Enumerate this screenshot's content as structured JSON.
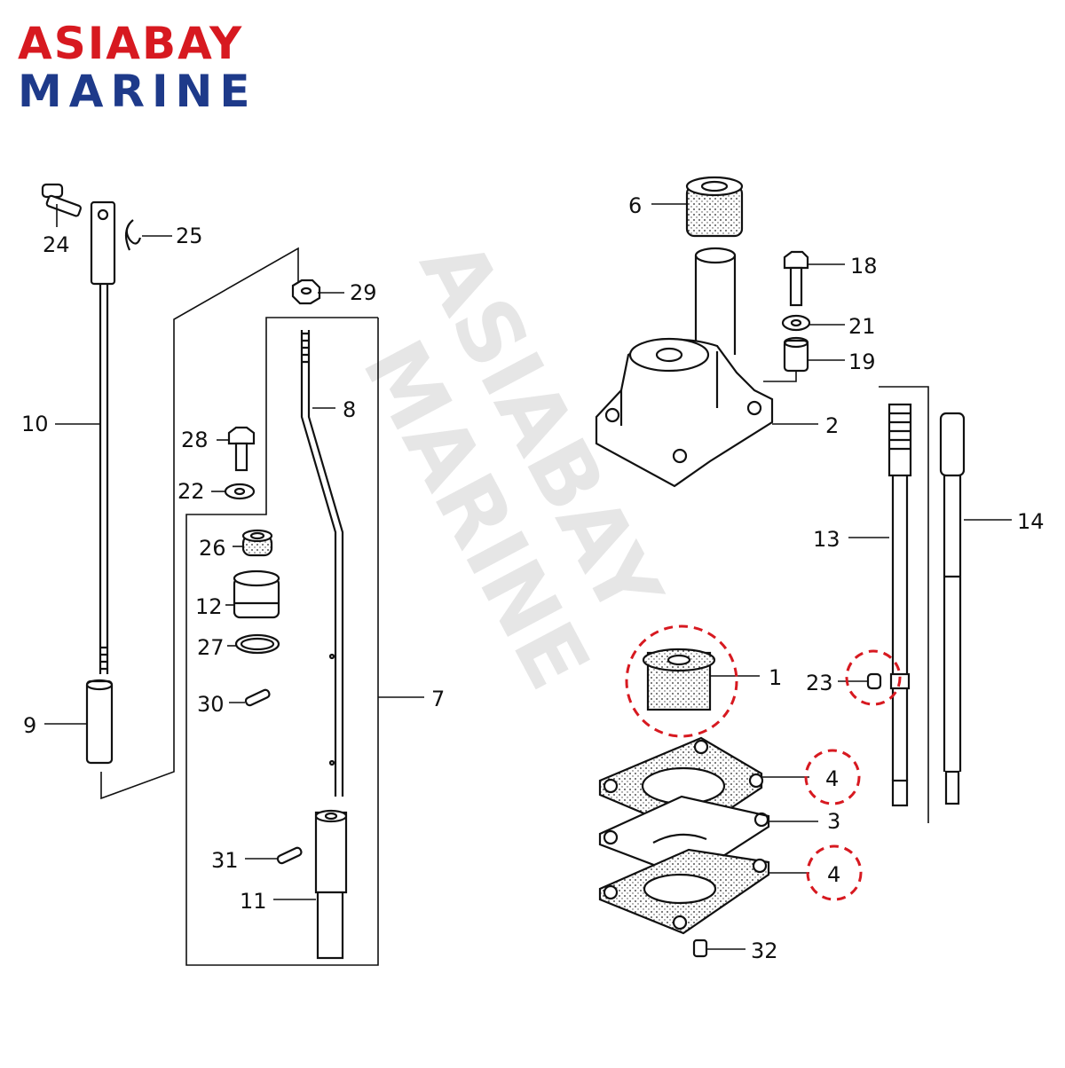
{
  "logo": {
    "line1": "ASIABAY",
    "line2": "MARINE",
    "color_line1": "#d71920",
    "color_line2": "#1e3a8a"
  },
  "watermark": {
    "line1": "ASIABAY",
    "line2": "MARINE"
  },
  "callouts": {
    "p1": "1",
    "p2": "2",
    "p3": "3",
    "p4a": "4",
    "p4b": "4",
    "p6": "6",
    "p7": "7",
    "p8": "8",
    "p9": "9",
    "p10": "10",
    "p11": "11",
    "p12": "12",
    "p13": "13",
    "p14": "14",
    "p18": "18",
    "p19": "19",
    "p21": "21",
    "p22": "22",
    "p23": "23",
    "p24": "24",
    "p25": "25",
    "p26": "26",
    "p27": "27",
    "p28": "28",
    "p29": "29",
    "p30": "30",
    "p31": "31",
    "p32": "32"
  },
  "highlight_color": "#d71920"
}
